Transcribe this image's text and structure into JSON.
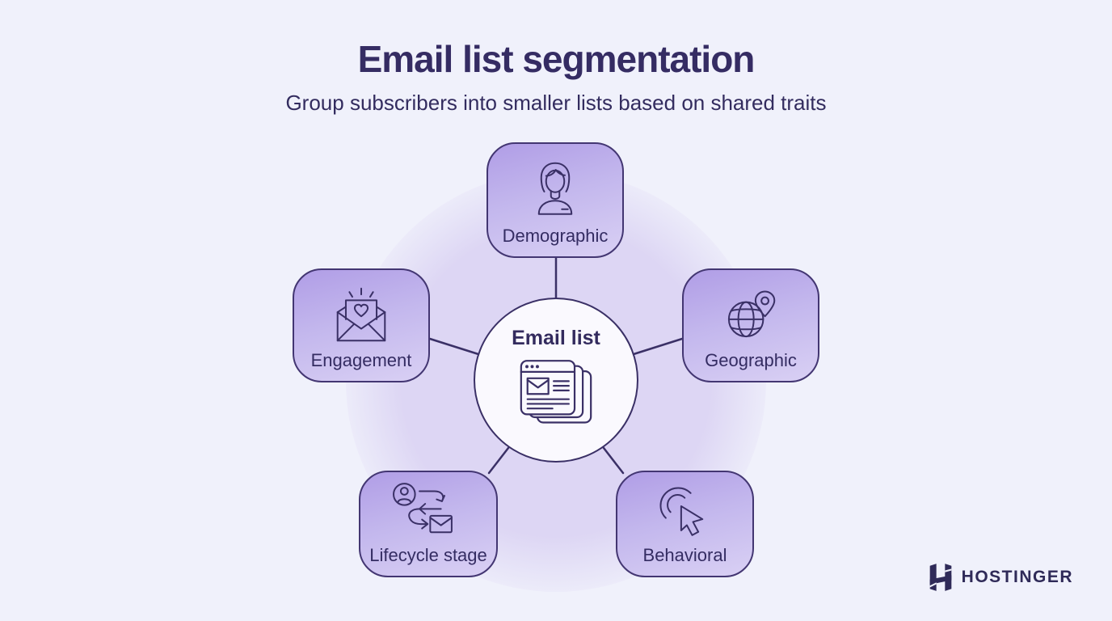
{
  "page": {
    "title": "Email list segmentation",
    "subtitle": "Group subscribers into smaller lists based on shared traits"
  },
  "diagram": {
    "center": {
      "label": "Email list",
      "icon": "stacked-email-windows-icon"
    },
    "nodes": [
      {
        "label": "Demographic",
        "icon": "person-icon",
        "position": "top"
      },
      {
        "label": "Engagement",
        "icon": "open-envelope-heart-icon",
        "position": "left"
      },
      {
        "label": "Geographic",
        "icon": "globe-pin-icon",
        "position": "right"
      },
      {
        "label": "Lifecycle stage",
        "icon": "lifecycle-arrows-icon",
        "position": "bottom-left"
      },
      {
        "label": "Behavioral",
        "icon": "cursor-click-icon",
        "position": "bottom-right"
      }
    ]
  },
  "branding": {
    "logo_text": "HOSTINGER",
    "logo_icon": "hostinger-h-icon"
  },
  "colors": {
    "background": "#f0f1fb",
    "glow": "#ddd6f4",
    "box_gradient_top": "#b09de6",
    "box_gradient_bottom": "#d9d0f4",
    "box_border": "#433672",
    "icon_stroke": "#3a3066",
    "connector": "#3a3066",
    "heading_text": "#352c63",
    "label_text": "#342c62",
    "circle_fill": "#faf9fe",
    "logo_color": "#2f2a58"
  }
}
